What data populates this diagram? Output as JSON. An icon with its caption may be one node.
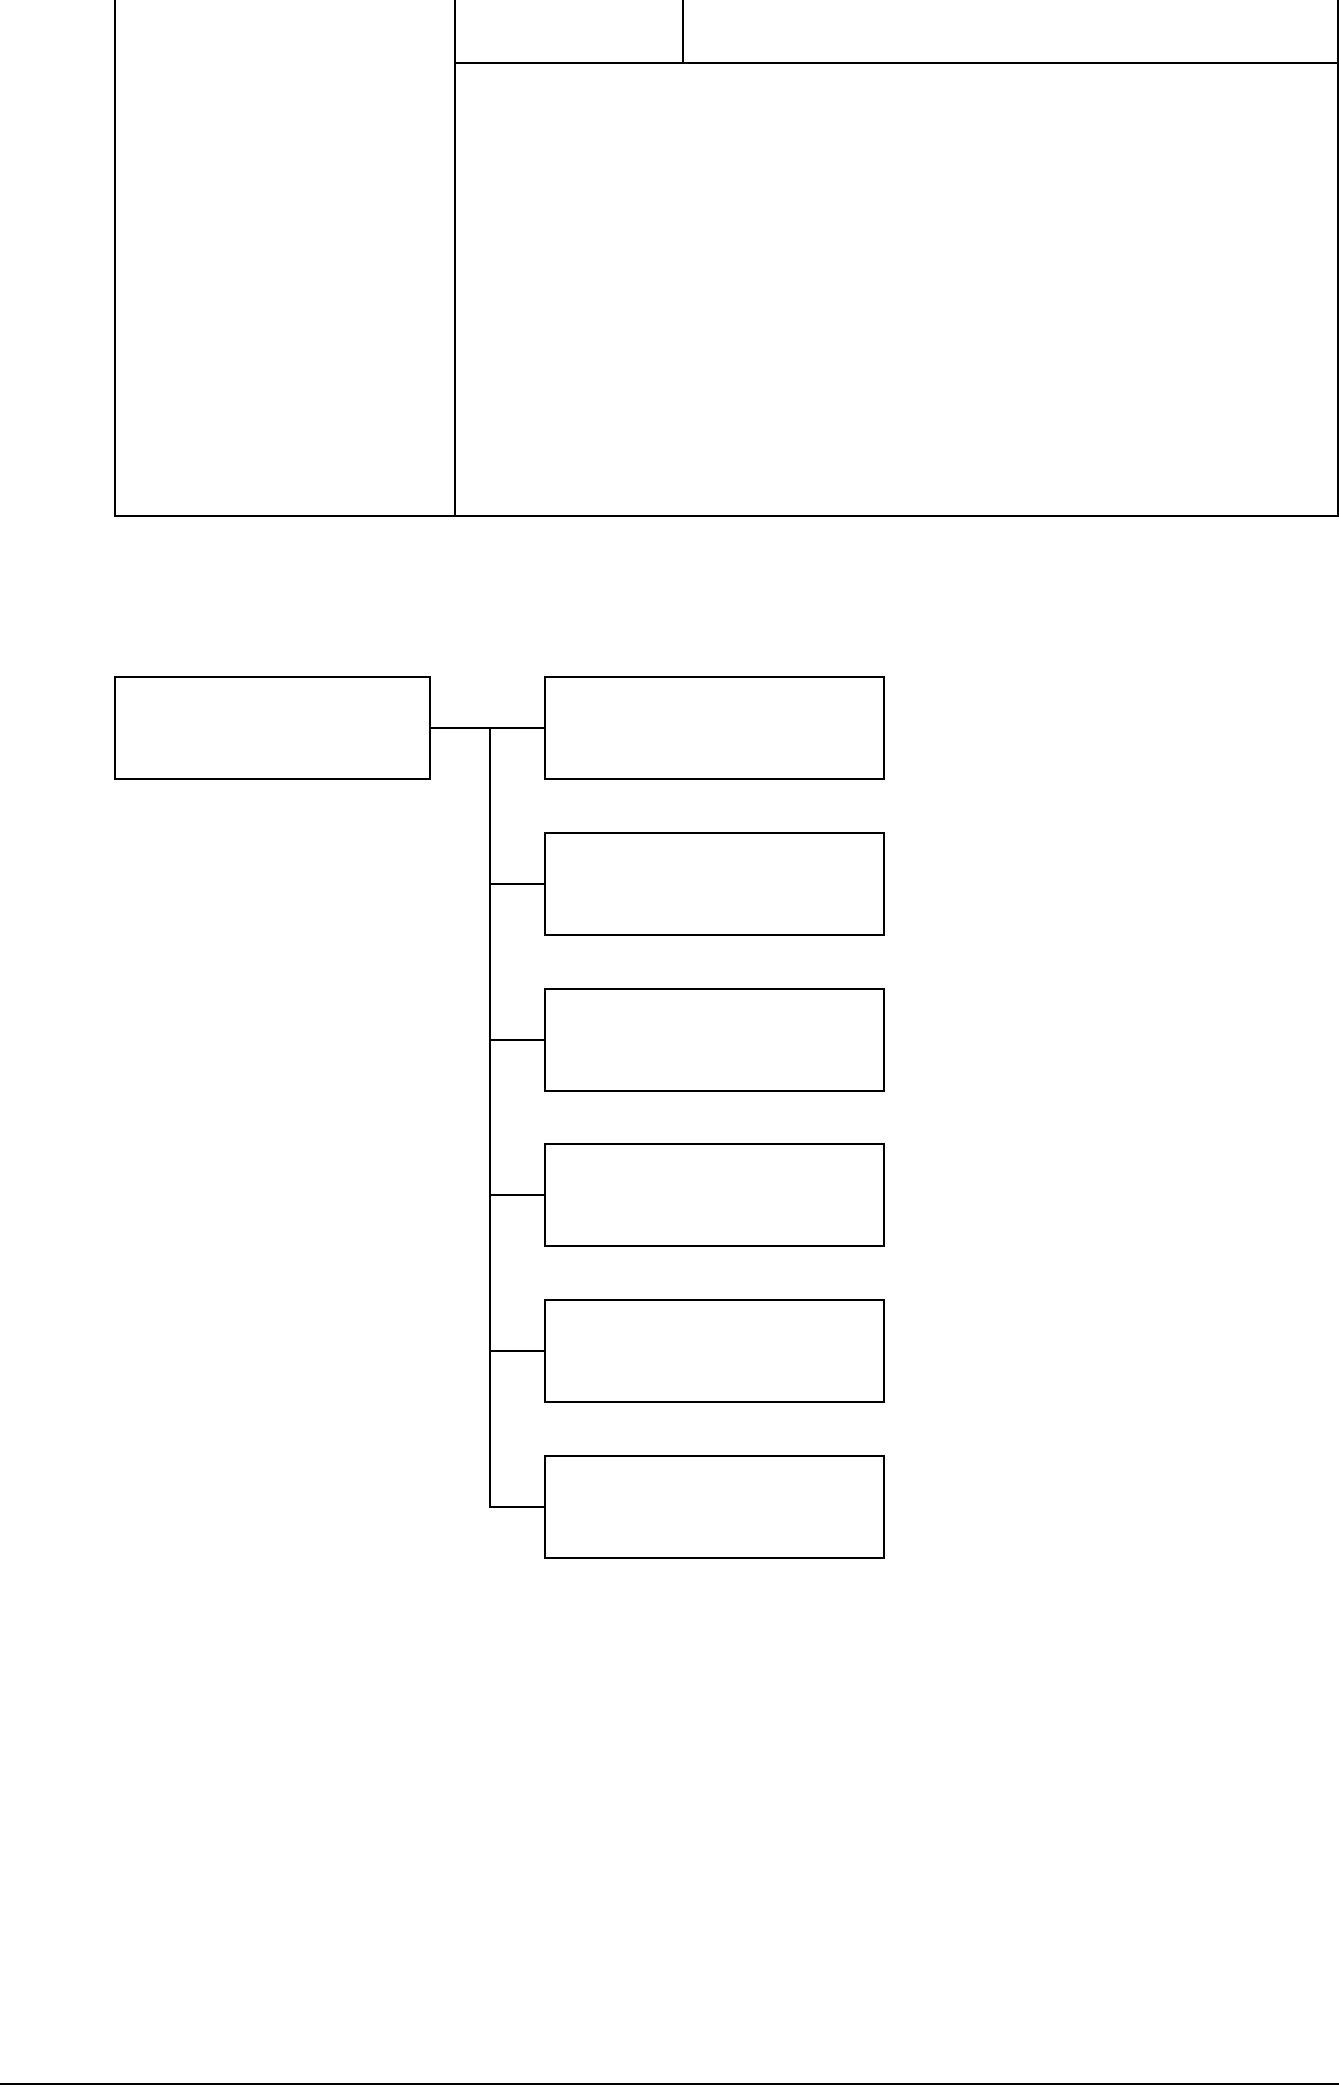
{
  "diagram": {
    "nodes": [
      {
        "text": [],
        "shape": "box"
      },
      {
        "text": [],
        "shape": "box"
      },
      {
        "text": [],
        "shape": "box"
      },
      {
        "text": [],
        "shape": "box"
      },
      {
        "text": [],
        "shape": "box"
      },
      {
        "text": [],
        "shape": "box"
      },
      {
        "text": [],
        "shape": "box"
      }
    ],
    "edges": [
      {
        "from": 0,
        "to": 1,
        "arrow": "none"
      },
      {
        "from": 0,
        "to": 2,
        "arrow": "none"
      },
      {
        "from": 0,
        "to": 3,
        "arrow": "none"
      },
      {
        "from": 0,
        "to": 4,
        "arrow": "none"
      },
      {
        "from": 0,
        "to": 5,
        "arrow": "none"
      },
      {
        "from": 0,
        "to": 6,
        "arrow": "none"
      }
    ]
  }
}
